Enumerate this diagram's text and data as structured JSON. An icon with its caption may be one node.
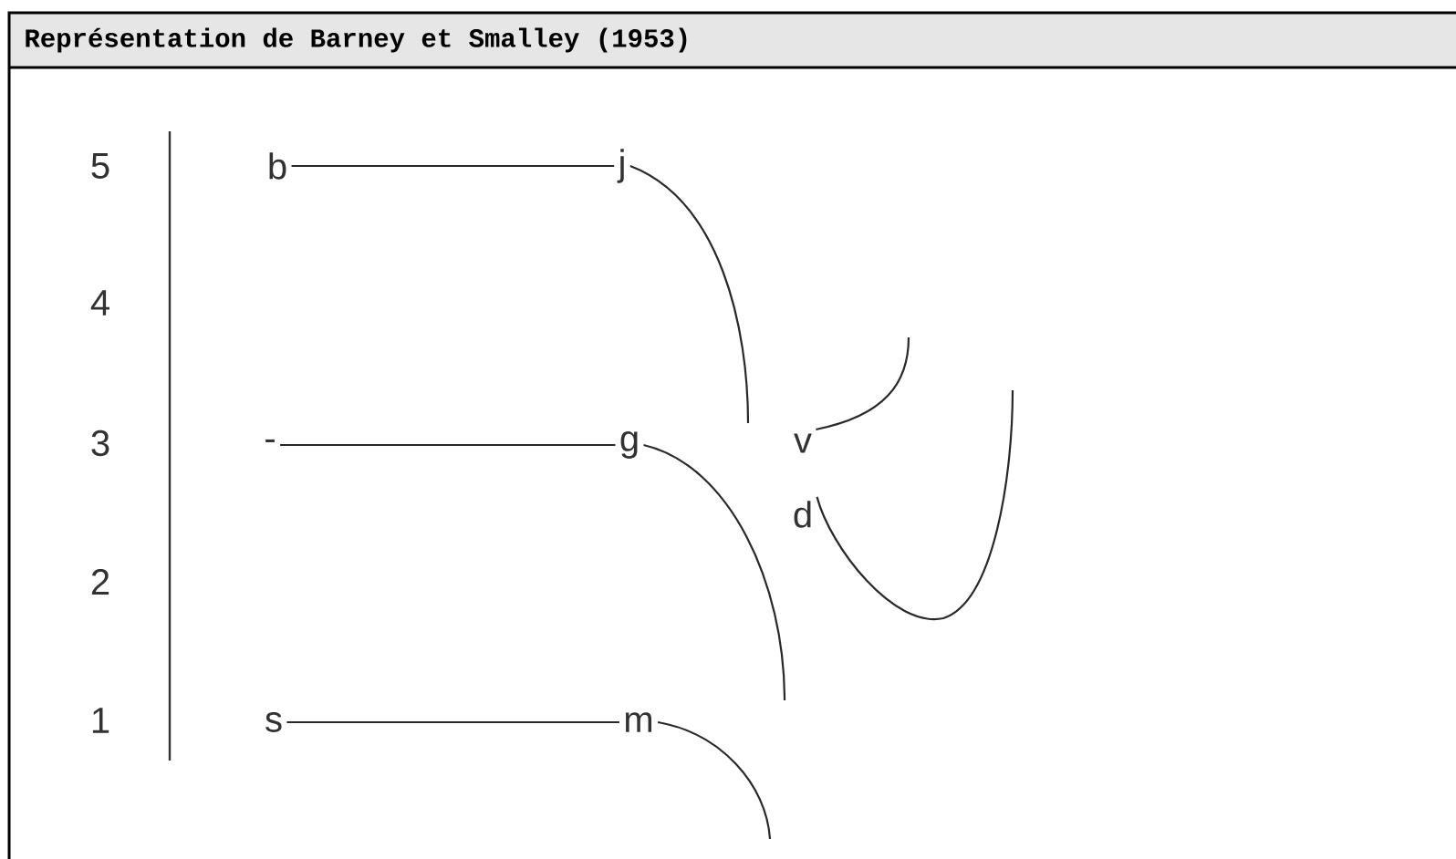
{
  "diagram": {
    "title": "Représentation de Barney et Smalley (1953)",
    "nodes": [
      {
        "text": [
          "b"
        ]
      },
      {
        "text": [
          "j"
        ]
      },
      {
        "text": [
          "-"
        ]
      },
      {
        "text": [
          "g"
        ]
      },
      {
        "text": [
          "v"
        ]
      },
      {
        "text": [
          "d"
        ]
      },
      {
        "text": [
          "s"
        ]
      },
      {
        "text": [
          "m"
        ]
      }
    ],
    "edges": [
      {
        "from": 0,
        "to": 1,
        "arrow": "none"
      },
      {
        "from": 2,
        "to": 3,
        "arrow": "none"
      },
      {
        "from": 6,
        "to": 7,
        "arrow": "none"
      },
      {
        "from": 1,
        "to": null,
        "arrow": "none"
      },
      {
        "from": 3,
        "to": null,
        "arrow": "none"
      },
      {
        "from": 7,
        "to": null,
        "arrow": "none"
      },
      {
        "from": 4,
        "to": null,
        "arrow": "none"
      },
      {
        "from": 5,
        "to": null,
        "arrow": "none"
      }
    ],
    "labels": [
      "5",
      "4",
      "3",
      "2",
      "1"
    ]
  }
}
